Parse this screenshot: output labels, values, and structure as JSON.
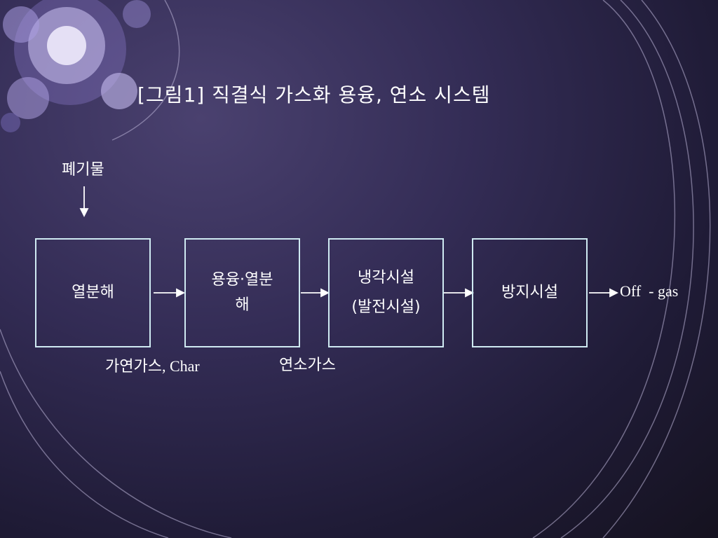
{
  "title": "[그림1] 직결식 가스화 용융, 연소 시스템",
  "input_label": "폐기물",
  "boxes": [
    {
      "line1": "열분해",
      "line2": ""
    },
    {
      "line1": "용융·열분",
      "line2": "해"
    },
    {
      "line1": "냉각시설",
      "line2": "(발전시설)"
    },
    {
      "line1": "방지시설",
      "line2": ""
    }
  ],
  "output_label": "Off  - gas",
  "below_labels": {
    "first_korean": "가연가스",
    "first_rest": ", Char",
    "second": "연소가스"
  },
  "colors": {
    "box_border": "#cfeaf2",
    "arrow": "#ffffff",
    "text": "#ffffff"
  }
}
